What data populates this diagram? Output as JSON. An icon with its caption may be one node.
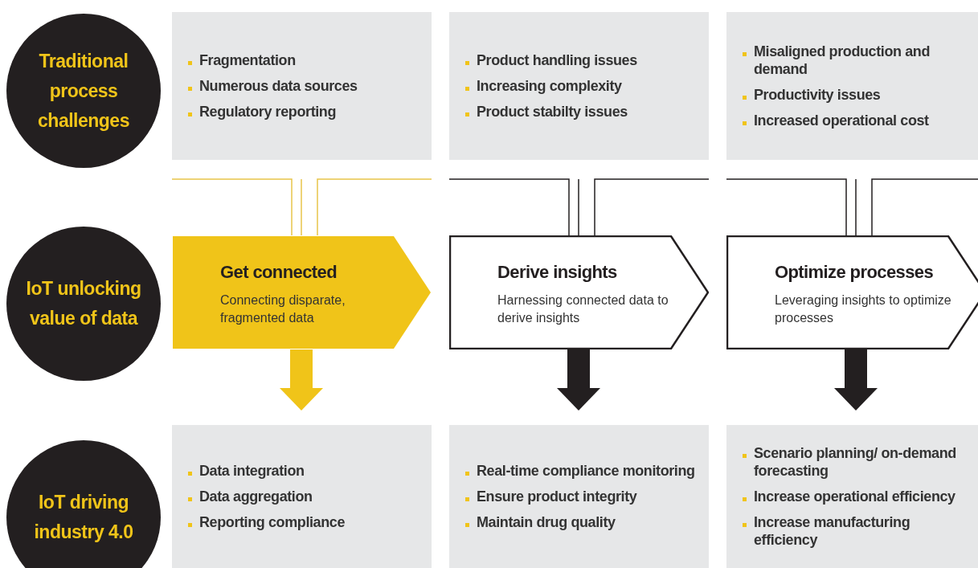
{
  "diagram": {
    "nodes": [
      {
        "text": [
          "Traditional process challenges"
        ]
      },
      {
        "text": [
          "IoT unlocking value of data"
        ]
      },
      {
        "text": [
          "IoT driving industry 4.0"
        ]
      },
      {
        "text": [
          "Fragmentation",
          "Numerous data sources",
          "Regulatory reporting"
        ]
      },
      {
        "text": [
          "Product handling issues",
          "Increasing complexity",
          "Product stabilty issues"
        ]
      },
      {
        "text": [
          "Misaligned production and demand",
          "Productivity issues",
          "Increased operational cost"
        ]
      },
      {
        "text": [
          "Get connected",
          "Connecting disparate, fragmented data"
        ]
      },
      {
        "text": [
          "Derive insights",
          "Harnessing connected data to derive insights"
        ]
      },
      {
        "text": [
          "Optimize processes",
          "Leveraging insights to optimize processes"
        ]
      },
      {
        "text": [
          "Data integration",
          "Data aggregation",
          "Reporting compliance"
        ]
      },
      {
        "text": [
          "Real-time compliance monitoring",
          "Ensure product integrity",
          "Maintain drug quality"
        ]
      },
      {
        "text": [
          "Scenario planning/ on-demand forecasting",
          "Increase operational efficiency",
          "Increase manufacturing efficiency"
        ]
      }
    ],
    "edges": [
      {
        "from": 3,
        "to": 6,
        "arrow": "none",
        "color": "#e8c54a"
      },
      {
        "from": 4,
        "to": 7,
        "arrow": "none"
      },
      {
        "from": 5,
        "to": 8,
        "arrow": "none"
      },
      {
        "from": 6,
        "to": 9,
        "arrow": "to",
        "style": "thick",
        "color": "#f0c419"
      },
      {
        "from": 7,
        "to": 10,
        "arrow": "to",
        "style": "thick"
      },
      {
        "from": 8,
        "to": 11,
        "arrow": "to",
        "style": "thick"
      }
    ]
  }
}
